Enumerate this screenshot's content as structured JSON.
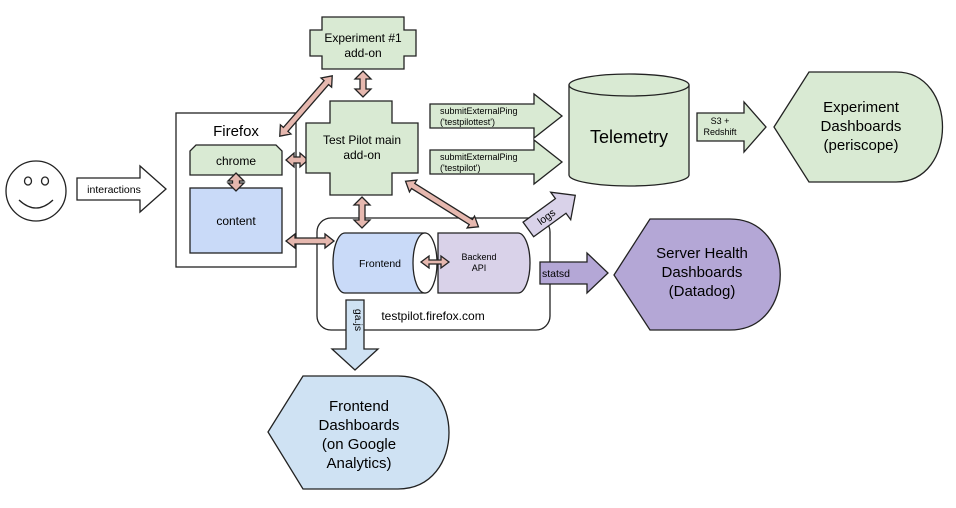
{
  "colors": {
    "green": "#d9ead3",
    "blue": "#c9daf8",
    "lightblue": "#cfe2f3",
    "purple": "#b4a7d6",
    "lightpurple": "#d9d2e9",
    "salmon": "#e6b8af",
    "white": "#ffffff",
    "stroke": "#222222"
  },
  "user": {
    "face": "smiley-face",
    "interactions_label": "interactions"
  },
  "firefox": {
    "title": "Firefox",
    "chrome_label": "chrome",
    "content_label": "content"
  },
  "experiment": {
    "line1": "Experiment #1",
    "line2": "add-on"
  },
  "testpilot_addon": {
    "line1": "Test Pilot main",
    "line2": "add-on"
  },
  "pings": [
    {
      "line1": "submitExternalPing",
      "line2": "('testpilottest')"
    },
    {
      "line1": "submitExternalPing",
      "line2": "('testpilot')"
    }
  ],
  "telemetry": {
    "label": "Telemetry"
  },
  "s3": {
    "line1": "S3 +",
    "line2": "Redshift"
  },
  "experiment_dashboards": {
    "line1": "Experiment",
    "line2": "Dashboards",
    "line3": "(periscope)"
  },
  "website": {
    "frontend_label": "Frontend",
    "backend_line1": "Backend",
    "backend_line2": "API",
    "domain": "testpilot.firefox.com"
  },
  "logs_label": "logs",
  "statsd_label": "statsd",
  "server_dashboards": {
    "line1": "Server Health",
    "line2": "Dashboards",
    "line3": "(Datadog)"
  },
  "gajs_label": "ga.js",
  "frontend_dashboards": {
    "line1": "Frontend",
    "line2": "Dashboards",
    "line3": "(on Google",
    "line4": "Analytics)"
  }
}
